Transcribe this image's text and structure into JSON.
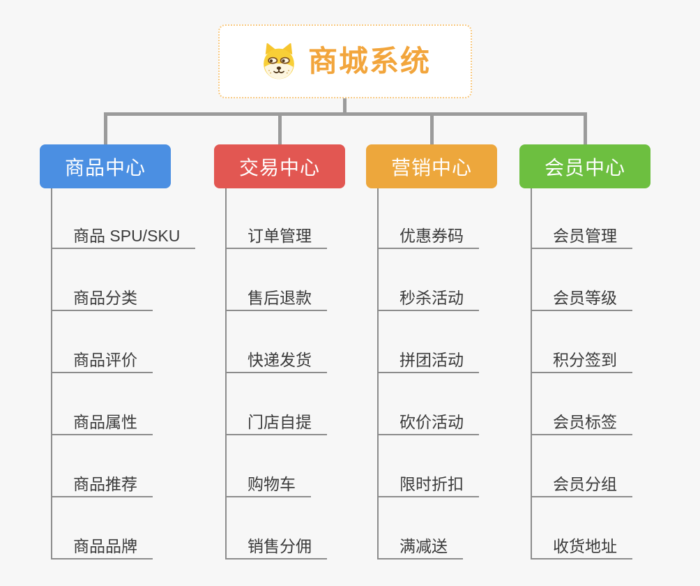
{
  "root": {
    "title": "商城系统",
    "icon": "shiba-dog-icon"
  },
  "branches": [
    {
      "label": "商品中心",
      "color": "#4b8fe2",
      "items": [
        "商品 SPU/SKU",
        "商品分类",
        "商品评价",
        "商品属性",
        "商品推荐",
        "商品品牌"
      ]
    },
    {
      "label": "交易中心",
      "color": "#e25752",
      "items": [
        "订单管理",
        "售后退款",
        "快递发货",
        "门店自提",
        "购物车",
        "销售分佣"
      ]
    },
    {
      "label": "营销中心",
      "color": "#eda73c",
      "items": [
        "优惠券码",
        "秒杀活动",
        "拼团活动",
        "砍价活动",
        "限时折扣",
        "满减送"
      ]
    },
    {
      "label": "会员中心",
      "color": "#6dbf40",
      "items": [
        "会员管理",
        "会员等级",
        "积分签到",
        "会员标签",
        "会员分组",
        "收货地址"
      ]
    }
  ],
  "colors": {
    "background": "#f7f7f7",
    "connector": "#9b9b9b",
    "leaf_line": "#8c8c8c",
    "leaf_text": "#3a3a3a",
    "root_text": "#f2a53c",
    "root_border": "#f8c87e",
    "root_background": "#ffffff"
  }
}
